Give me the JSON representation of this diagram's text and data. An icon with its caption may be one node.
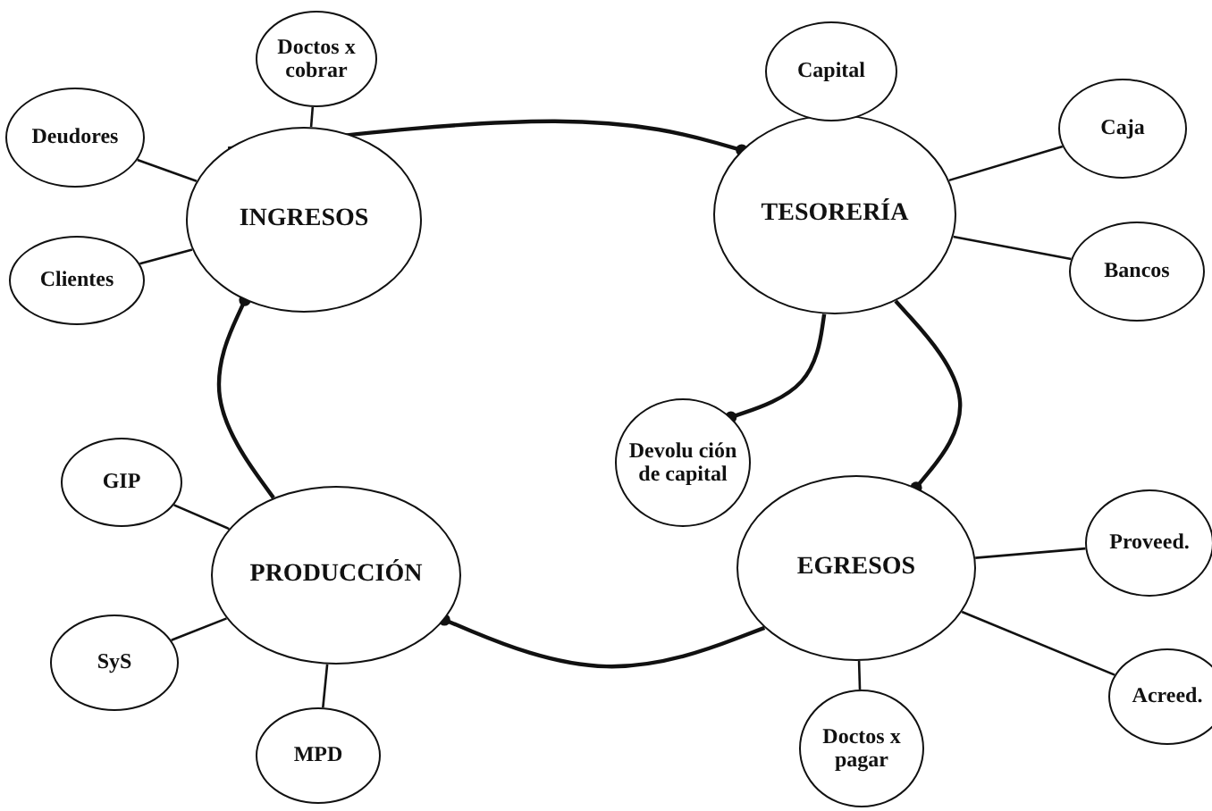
{
  "diagram": {
    "nodes": [
      {
        "text": [
          "INGRESOS"
        ]
      },
      {
        "text": [
          "Doctos x cobrar"
        ]
      },
      {
        "text": [
          "Deudores"
        ]
      },
      {
        "text": [
          "Clientes"
        ]
      },
      {
        "text": [
          "TESORERÍA"
        ]
      },
      {
        "text": [
          "Capital"
        ]
      },
      {
        "text": [
          "Caja"
        ]
      },
      {
        "text": [
          "Bancos"
        ]
      },
      {
        "text": [
          "Devolu ción de capital"
        ]
      },
      {
        "text": [
          "PRODUCCIÓN"
        ]
      },
      {
        "text": [
          "GIP"
        ]
      },
      {
        "text": [
          "SyS"
        ]
      },
      {
        "text": [
          "MPD"
        ]
      },
      {
        "text": [
          "EGRESOS"
        ]
      },
      {
        "text": [
          "Proveed."
        ]
      },
      {
        "text": [
          "Acreed."
        ]
      },
      {
        "text": [
          "Doctos x pagar"
        ]
      }
    ],
    "edges": [
      {
        "from": 0,
        "to": 4,
        "arrow": "other"
      },
      {
        "from": 4,
        "to": 13,
        "arrow": "other"
      },
      {
        "from": 13,
        "to": 9,
        "arrow": "other"
      },
      {
        "from": 9,
        "to": 0,
        "arrow": "other"
      },
      {
        "from": 4,
        "to": 8,
        "arrow": "other"
      },
      {
        "from": 0,
        "to": 1,
        "arrow": "none"
      },
      {
        "from": 0,
        "to": 2,
        "arrow": "none"
      },
      {
        "from": 0,
        "to": 3,
        "arrow": "none"
      },
      {
        "from": 4,
        "to": 5,
        "arrow": "none"
      },
      {
        "from": 4,
        "to": 6,
        "arrow": "none"
      },
      {
        "from": 4,
        "to": 7,
        "arrow": "none"
      },
      {
        "from": 9,
        "to": 10,
        "arrow": "none"
      },
      {
        "from": 9,
        "to": 11,
        "arrow": "none"
      },
      {
        "from": 9,
        "to": 12,
        "arrow": "none"
      },
      {
        "from": 13,
        "to": 14,
        "arrow": "none"
      },
      {
        "from": 13,
        "to": 15,
        "arrow": "none"
      },
      {
        "from": 13,
        "to": 16,
        "arrow": "none"
      }
    ]
  }
}
